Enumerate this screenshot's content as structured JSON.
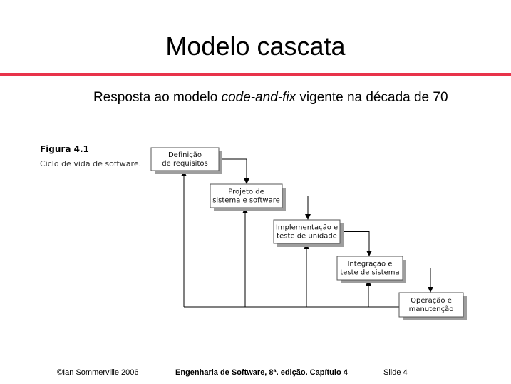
{
  "slide": {
    "title": "Modelo cascata",
    "subtitle_prefix": "Resposta ao modelo ",
    "subtitle_emphasis": "code-and-fix",
    "subtitle_suffix": " vigente na década de 70",
    "accent_color": "#e8334a"
  },
  "figure": {
    "label": "Figura 4.1",
    "caption": "Ciclo de vida de software.",
    "box_fill": "#ffffff",
    "shadow_color": "#9e9e9e",
    "stages": [
      {
        "line1": "Definição",
        "line2": "de requisitos"
      },
      {
        "line1": "Projeto de",
        "line2": "sistema e software"
      },
      {
        "line1": "Implementação e",
        "line2": "teste de unidade"
      },
      {
        "line1": "Integração e",
        "line2": "teste de sistema"
      },
      {
        "line1": "Operação e",
        "line2": "manutenção"
      }
    ]
  },
  "footer": {
    "copyright": "©Ian Sommerville 2006",
    "book": "Engenharia de Software, 8ª. edição. Capítulo 4",
    "slide": "Slide 4"
  }
}
